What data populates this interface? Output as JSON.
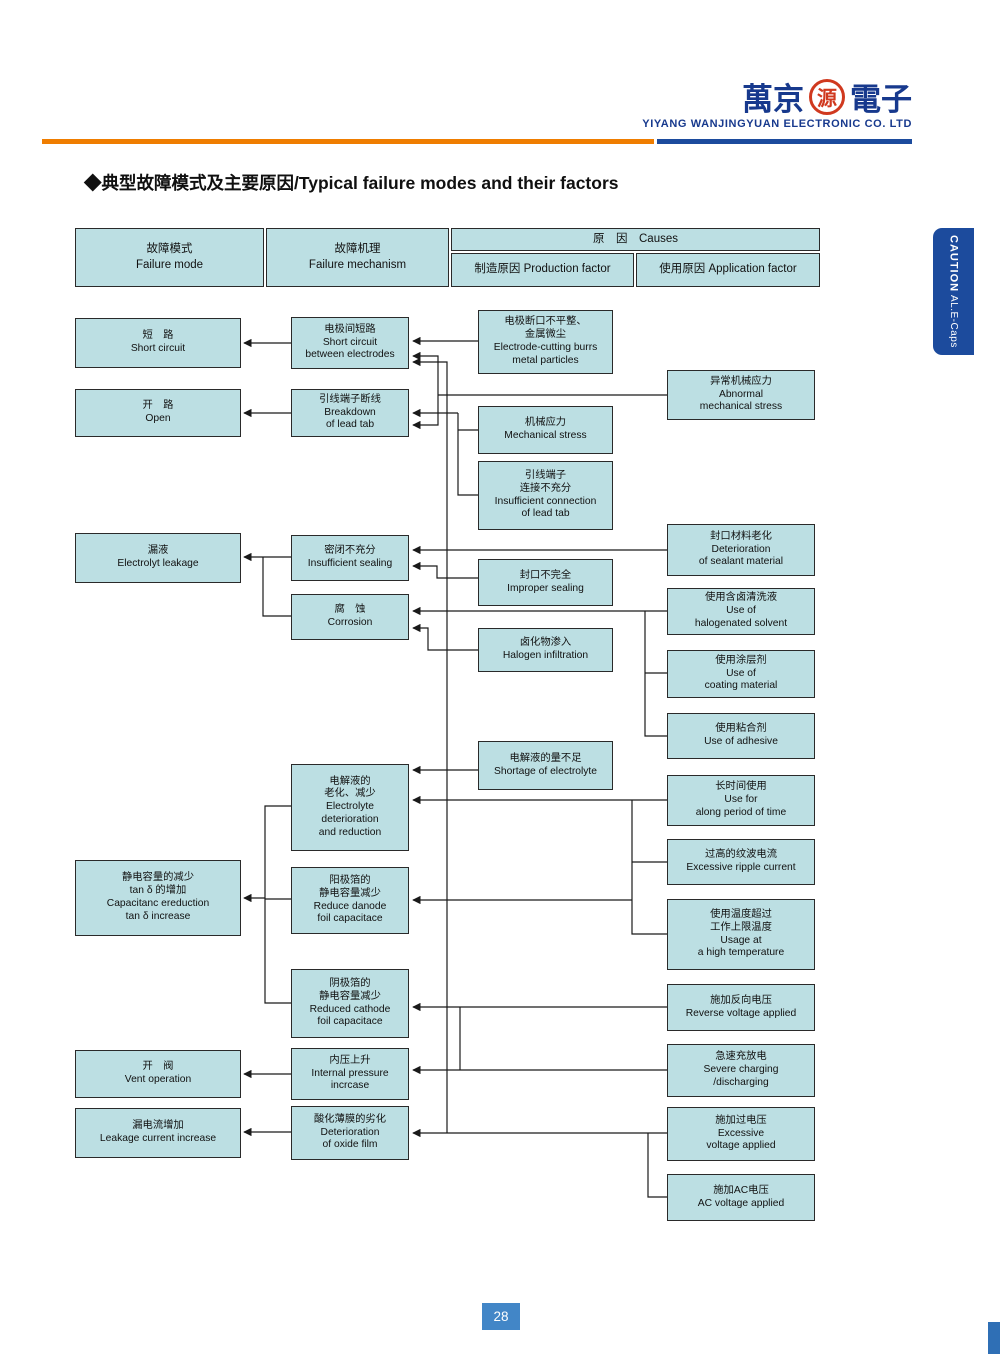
{
  "header": {
    "logo_left": "萬京",
    "logo_circle": "源",
    "logo_right": "電子",
    "company": "YIYANG WANJINGYUAN ELECTRONIC CO. LTD"
  },
  "title": "◆典型故障模式及主要原因/Typical failure modes and their factors",
  "caution_tab": {
    "line1": "CAUTION",
    "line2": "AL.E-Caps"
  },
  "table_header": {
    "failure_mode_zh": "故障模式",
    "failure_mode_en": "Failure mode",
    "mechanism_zh": "故障机理",
    "mechanism_en": "Failure mechanism",
    "causes": "原　因　Causes",
    "production": "制造原因 Production factor",
    "application": "使用原因 Application factor"
  },
  "page_number": "28",
  "colors": {
    "box_fill": "#bcdfe3",
    "accent_orange": "#ef7d00",
    "accent_blue": "#1c4b9d"
  },
  "boxes": [
    {
      "id": "short-circuit",
      "group": "failure-mode",
      "lines": [
        "短　路",
        "Short circuit"
      ]
    },
    {
      "id": "open",
      "group": "failure-mode",
      "lines": [
        "开　路",
        "Open"
      ]
    },
    {
      "id": "electrolyte-leakage",
      "group": "failure-mode",
      "lines": [
        "漏液",
        "Electrolyt leakage"
      ]
    },
    {
      "id": "capacitance-reduction",
      "group": "failure-mode",
      "lines": [
        "静电容量的减少",
        "tan δ 的增加",
        "Capacitanc ereduction",
        "tan δ increase"
      ]
    },
    {
      "id": "vent-operation",
      "group": "failure-mode",
      "lines": [
        "开　阀",
        "Vent operation"
      ]
    },
    {
      "id": "leakage-current-increase",
      "group": "failure-mode",
      "lines": [
        "漏电流增加",
        "Leakage current increase"
      ]
    },
    {
      "id": "sc-between-electrodes",
      "group": "mechanism",
      "lines": [
        "电极间短路",
        "Short circuit",
        "between electrodes"
      ]
    },
    {
      "id": "breakdown-of-lead-tab",
      "group": "mechanism",
      "lines": [
        "引线端子断线",
        "Breakdown",
        "of lead tab"
      ]
    },
    {
      "id": "insufficient-sealing",
      "group": "mechanism",
      "lines": [
        "密闭不充分",
        "Insufficient sealing"
      ]
    },
    {
      "id": "corrosion",
      "group": "mechanism",
      "lines": [
        "腐　蚀",
        "Corrosion"
      ]
    },
    {
      "id": "electrolyte-deterioration",
      "group": "mechanism",
      "lines": [
        "电解液的",
        "老化、减少",
        "Electrolyte",
        "deterioration",
        "and reduction"
      ]
    },
    {
      "id": "anode-foil-capacitance",
      "group": "mechanism",
      "lines": [
        "阳极箔的",
        "静电容量减少",
        "Reduce danode",
        "foil capacitace"
      ]
    },
    {
      "id": "cathode-foil-capacitance",
      "group": "mechanism",
      "lines": [
        "阴极箔的",
        "静电容量减少",
        "Reduced cathode",
        "foil capacitace"
      ]
    },
    {
      "id": "internal-pressure-rise",
      "group": "mechanism",
      "lines": [
        "内压上升",
        "Internal pressure",
        "incrcase"
      ]
    },
    {
      "id": "oxide-film-deterioration",
      "group": "mechanism",
      "lines": [
        "酸化薄膜的劣化",
        "Deterioration",
        "of oxide film"
      ]
    },
    {
      "id": "electrode-cutting-burrs",
      "group": "production",
      "lines": [
        "电极断口不平整、",
        "金属微尘",
        "Electrode-cutting burrs",
        "metal particles"
      ]
    },
    {
      "id": "mechanical-stress",
      "group": "production",
      "lines": [
        "机械应力",
        "Mechanical stress"
      ]
    },
    {
      "id": "insufficient-connection",
      "group": "production",
      "lines": [
        "引线端子",
        "连接不充分",
        "Insufficient connection",
        "of lead tab"
      ]
    },
    {
      "id": "improper-sealing",
      "group": "production",
      "lines": [
        "封口不完全",
        "Improper sealing"
      ]
    },
    {
      "id": "halogen-infiltration",
      "group": "production",
      "lines": [
        "卤化物渗入",
        "Halogen infiltration"
      ]
    },
    {
      "id": "shortage-of-electrolyte",
      "group": "production",
      "lines": [
        "电解液的量不足",
        "Shortage of electrolyte"
      ]
    },
    {
      "id": "abnormal-mechanical-stress",
      "group": "application",
      "lines": [
        "异常机械应力",
        "Abnormal",
        "mechanical stress"
      ]
    },
    {
      "id": "sealant-deterioration",
      "group": "application",
      "lines": [
        "封口材料老化",
        "Deterioration",
        "of sealant material"
      ]
    },
    {
      "id": "halogenated-solvent",
      "group": "application",
      "lines": [
        "使用含卤清洗液",
        "Use of",
        "halogenated solvent"
      ]
    },
    {
      "id": "coating-material",
      "group": "application",
      "lines": [
        "使用涂层剂",
        "Use of",
        "coating material"
      ]
    },
    {
      "id": "adhesive",
      "group": "application",
      "lines": [
        "使用粘合剂",
        "Use of adhesive"
      ]
    },
    {
      "id": "long-period-use",
      "group": "application",
      "lines": [
        "长时间使用",
        "Use for",
        "along period of time"
      ]
    },
    {
      "id": "excessive-ripple-current",
      "group": "application",
      "lines": [
        "过高的纹波电流",
        "Excessive ripple current"
      ]
    },
    {
      "id": "high-temperature",
      "group": "application",
      "lines": [
        "使用温度超过",
        "工作上限温度",
        "Usage at",
        "a high temperature"
      ]
    },
    {
      "id": "reverse-voltage",
      "group": "application",
      "lines": [
        "施加反向电压",
        "Reverse voltage applied"
      ]
    },
    {
      "id": "severe-charging",
      "group": "application",
      "lines": [
        "急速充放电",
        "Severe charging",
        "/discharging"
      ]
    },
    {
      "id": "excessive-voltage",
      "group": "application",
      "lines": [
        "施加过电压",
        "Excessive",
        "voltage applied"
      ]
    },
    {
      "id": "ac-voltage",
      "group": "application",
      "lines": [
        "施加AC电压",
        "AC voltage applied"
      ]
    }
  ]
}
